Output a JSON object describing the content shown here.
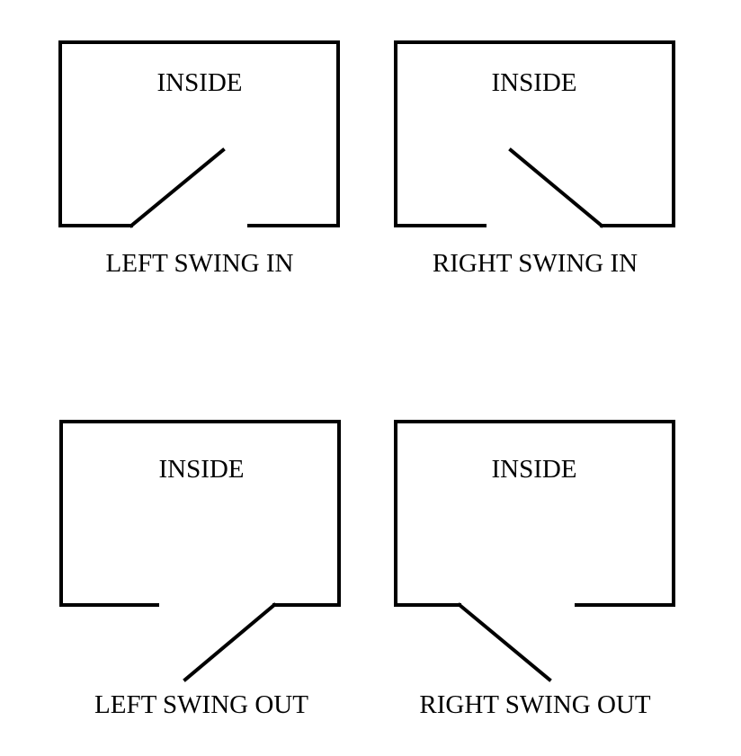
{
  "diagrams": [
    {
      "inside_label": "INSIDE",
      "caption": "LEFT SWING IN"
    },
    {
      "inside_label": "INSIDE",
      "caption": "RIGHT SWING IN"
    },
    {
      "inside_label": "INSIDE",
      "caption": "LEFT SWING OUT"
    },
    {
      "inside_label": "INSIDE",
      "caption": "RIGHT SWING OUT"
    }
  ]
}
